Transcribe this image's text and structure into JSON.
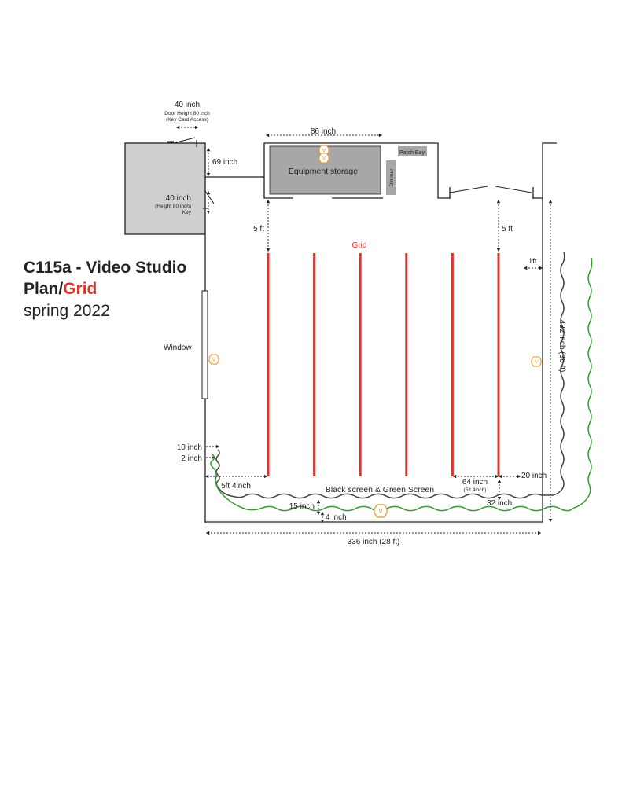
{
  "title": {
    "line1": "C115a - Video Studio",
    "line2_prefix": "Plan/",
    "line2_highlight": "Grid",
    "line3": "spring 2022"
  },
  "colors": {
    "wall": "#222222",
    "storage_fill": "#a7a7a7",
    "control_room_fill": "#cfcfcf",
    "grid_red": "#d9372c",
    "outlet_orange": "#e8951e",
    "green_screen": "#3a9a35",
    "black_screen": "#444444"
  },
  "labels": {
    "door_width": "40 inch",
    "door_height": "Door Height 80 inch",
    "key_card": "(Key Card Access)",
    "door_offset": "69 inch",
    "side_door_width": "40 inch",
    "side_door_height": "(Height 80 inch)",
    "key": "Key",
    "storage_width": "86 inch",
    "storage": "Equipment storage",
    "patch_bay": "Patch Bay",
    "dimmer": "Dimmer",
    "gap_left": "5 ft",
    "gap_right": "5 ft",
    "grid": "Grid",
    "one_ft": "1ft",
    "height_total": "432 inch (36 ft)",
    "window": "Window",
    "ten_inch": "10 inch",
    "two_inch": "2 inch",
    "left_offset": "5ft 4inch",
    "screens": "Black screen & Green Screen",
    "right_offset": "64 inch",
    "right_offset_ft": "(5ft 4inch)",
    "twenty_inch": "20 inch",
    "thirty_two_inch": "32 inch",
    "fifteen_inch": "15 inch",
    "four_inch": "4 inch",
    "width_total": "336 inch (28 ft)"
  },
  "grid": {
    "pipe_count": 6
  },
  "icons": {
    "outlet": "outlet-icon"
  }
}
